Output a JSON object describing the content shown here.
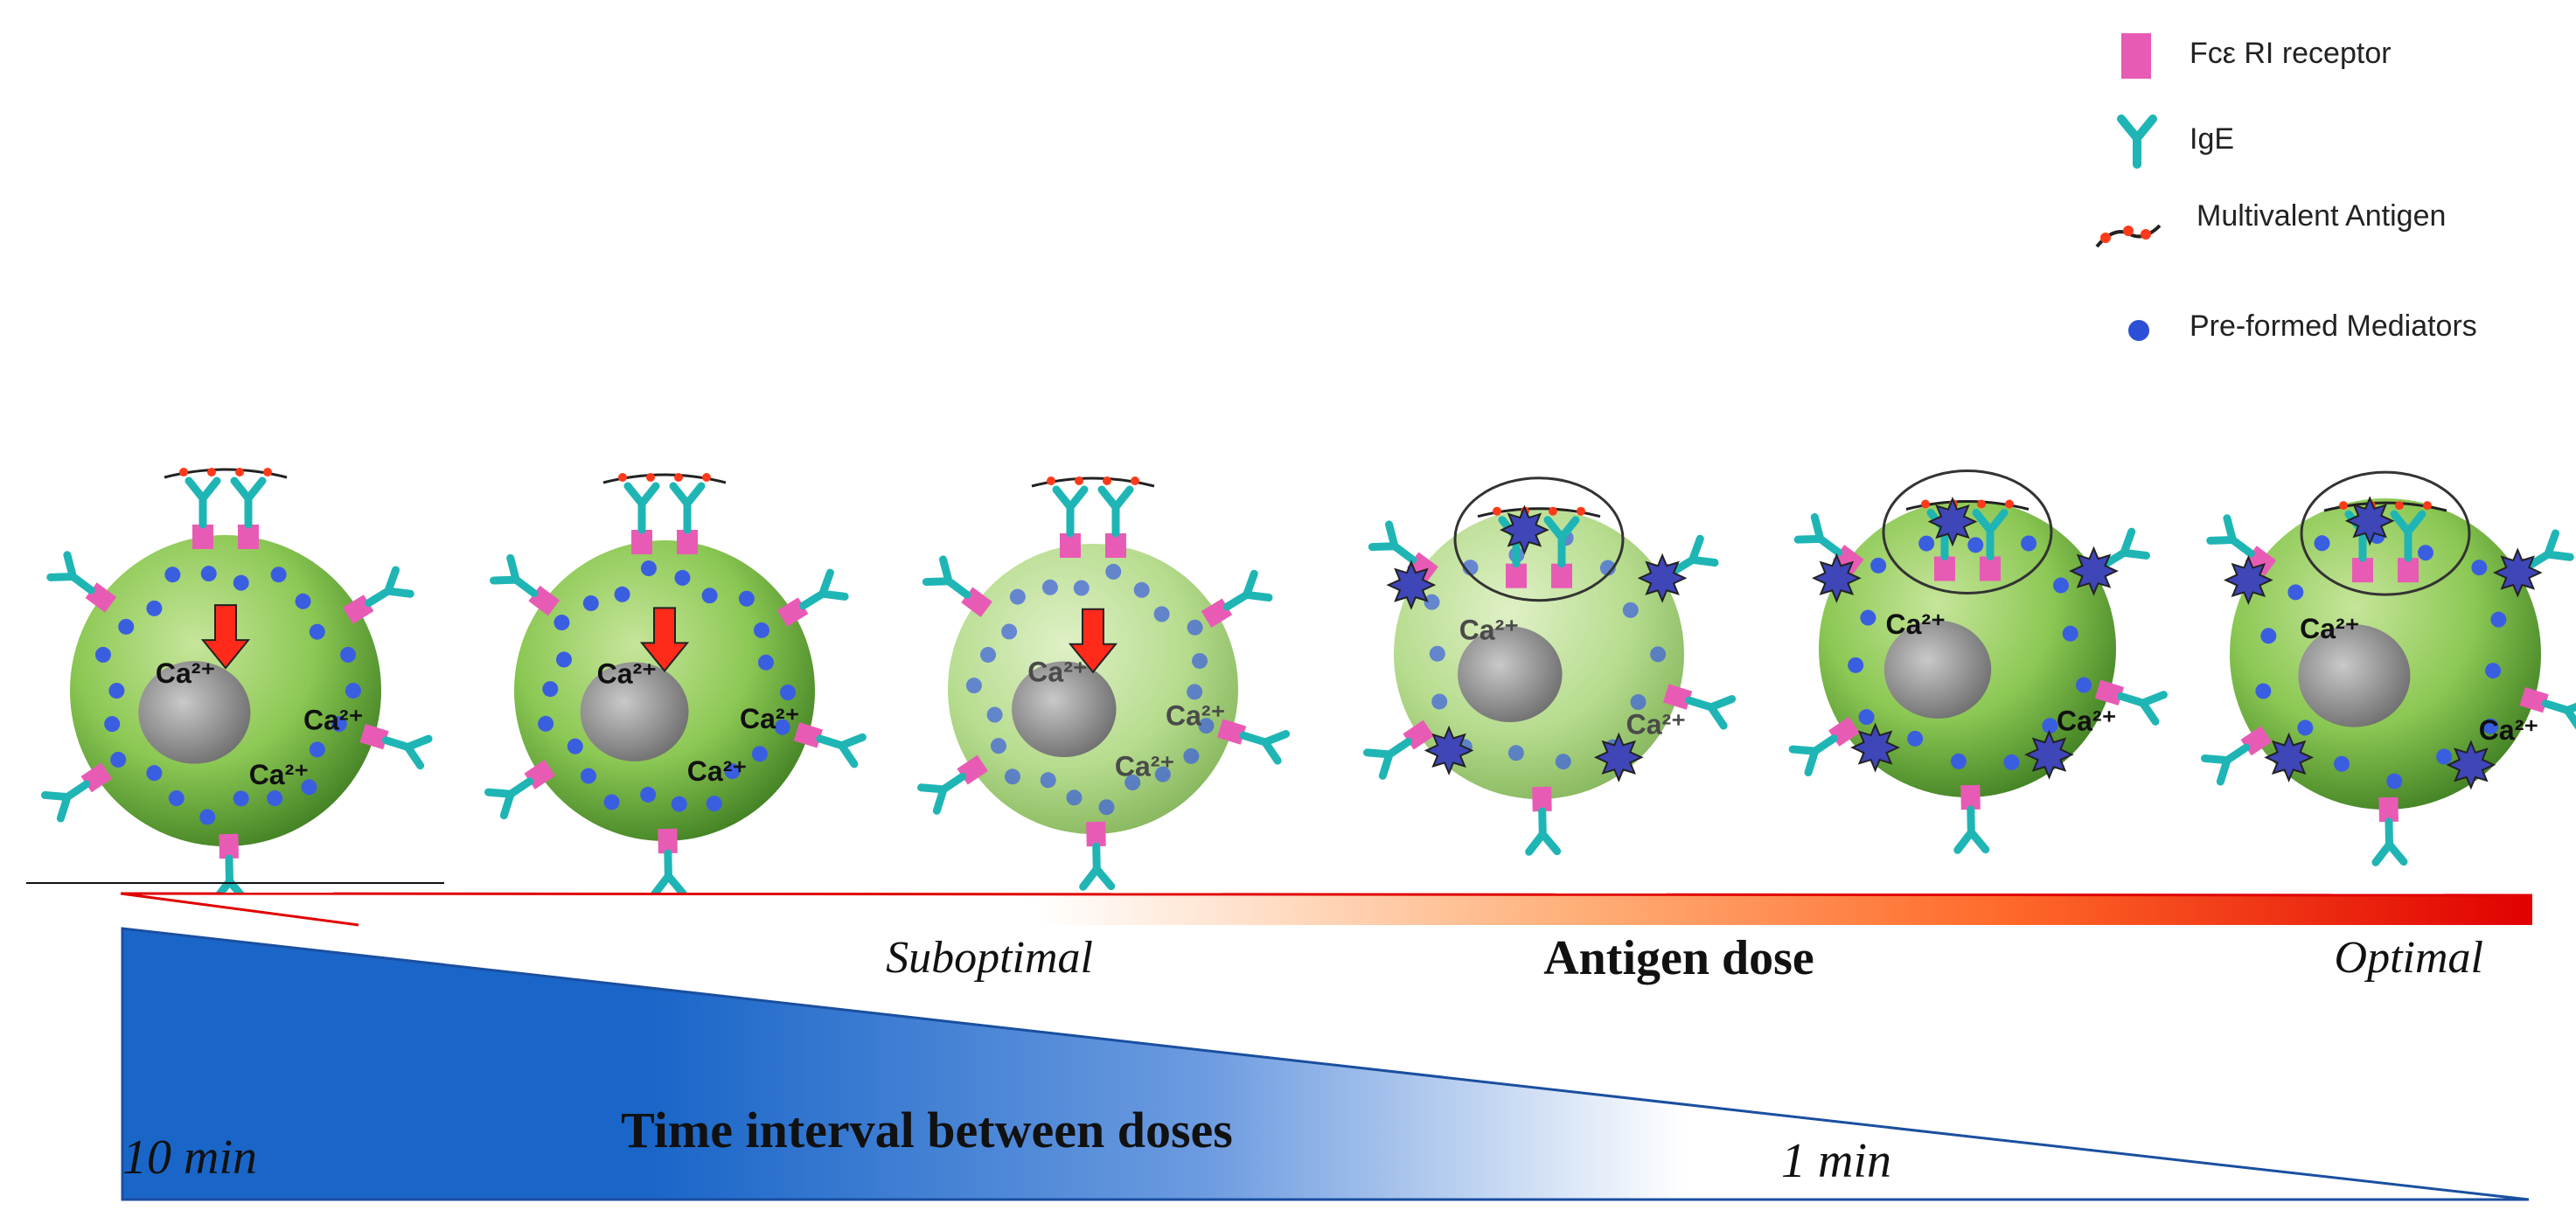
{
  "legend": {
    "receptor": "Fcε RI receptor",
    "ige": "IgE",
    "antigen": "Multivalent Antigen",
    "mediators": "Pre-formed Mediators"
  },
  "calcium_label": "Ca²⁺",
  "antigen_dose": {
    "title": "Antigen dose",
    "low": "Suboptimal",
    "high": "Optimal"
  },
  "time_interval": {
    "title": "Time interval  between doses",
    "long": "10 min",
    "short": "1 min"
  },
  "colors": {
    "receptor": "#e85bb5",
    "ige": "#1fb5b5",
    "mediator": "#2b4fd6",
    "cell": "#7cbf4a",
    "nucleus": "#8a8a8a",
    "dose_high": "#e00000",
    "time_blue": "#1a66c8",
    "arrow_red": "#ff2a1a"
  }
}
